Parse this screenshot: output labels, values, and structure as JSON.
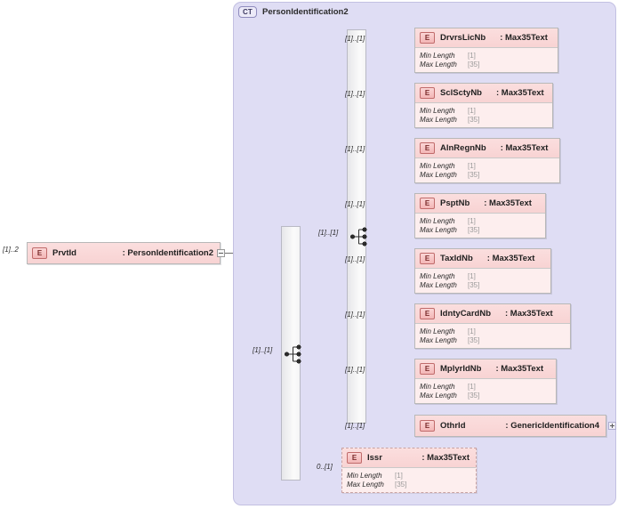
{
  "diagram": {
    "kind": "xsd-schema-diagram",
    "colors": {
      "container_fill": "#dfddf4",
      "container_border": "#c3c0e2",
      "element_fill": "#fdecec",
      "element_header_fill": "#f8d3d3",
      "element_border": "#b8b8b8",
      "badge_border": "#c06b6b",
      "facet_value": "#9a9a9a",
      "connector_line": "#6f6f6f",
      "sequence_bar": "#f2f2f3"
    }
  },
  "complex_type": {
    "badge": "CT",
    "badge_name": "complex-type-badge",
    "title": "PersonIdentification2"
  },
  "root_element": {
    "badge": "E",
    "name": "PrvtId",
    "type": ": PersonIdentification2",
    "cardinality": "[1]..2",
    "expander": "minus",
    "expander_name": "collapse-icon"
  },
  "compositors": [
    {
      "name": "sequence-compositor-outer",
      "cardinality": "[1]..[1]"
    },
    {
      "name": "choice-compositor-inner",
      "cardinality": "[1]..[1]"
    }
  ],
  "facet_labels": {
    "min_length": "Min Length",
    "max_length": "Max Length"
  },
  "elements": [
    {
      "badge": "E",
      "name": "DrvrsLicNb",
      "type": ": Max35Text",
      "cardinality": "[1]..[1]",
      "min_length": "[1]",
      "max_length": "[35]",
      "optional": false,
      "expander": null
    },
    {
      "badge": "E",
      "name": "SclSctyNb",
      "type": ": Max35Text",
      "cardinality": "[1]..[1]",
      "min_length": "[1]",
      "max_length": "[35]",
      "optional": false,
      "expander": null
    },
    {
      "badge": "E",
      "name": "AlnRegnNb",
      "type": ": Max35Text",
      "cardinality": "[1]..[1]",
      "min_length": "[1]",
      "max_length": "[35]",
      "optional": false,
      "expander": null
    },
    {
      "badge": "E",
      "name": "PsptNb",
      "type": ": Max35Text",
      "cardinality": "[1]..[1]",
      "min_length": "[1]",
      "max_length": "[35]",
      "optional": false,
      "expander": null
    },
    {
      "badge": "E",
      "name": "TaxIdNb",
      "type": ": Max35Text",
      "cardinality": "[1]..[1]",
      "min_length": "[1]",
      "max_length": "[35]",
      "optional": false,
      "expander": null
    },
    {
      "badge": "E",
      "name": "IdntyCardNb",
      "type": ": Max35Text",
      "cardinality": "[1]..[1]",
      "min_length": "[1]",
      "max_length": "[35]",
      "optional": false,
      "expander": null
    },
    {
      "badge": "E",
      "name": "MplyrIdNb",
      "type": ": Max35Text",
      "cardinality": "[1]..[1]",
      "min_length": "[1]",
      "max_length": "[35]",
      "optional": false,
      "expander": null
    },
    {
      "badge": "E",
      "name": "OthrId",
      "type": ": GenericIdentification4",
      "cardinality": "[1]..[1]",
      "min_length": null,
      "max_length": null,
      "optional": false,
      "expander": "plus"
    }
  ],
  "issuer_element": {
    "badge": "E",
    "name": "Issr",
    "type": ": Max35Text",
    "cardinality": "0..[1]",
    "min_length": "[1]",
    "max_length": "[35]",
    "optional": true,
    "expander": null
  }
}
